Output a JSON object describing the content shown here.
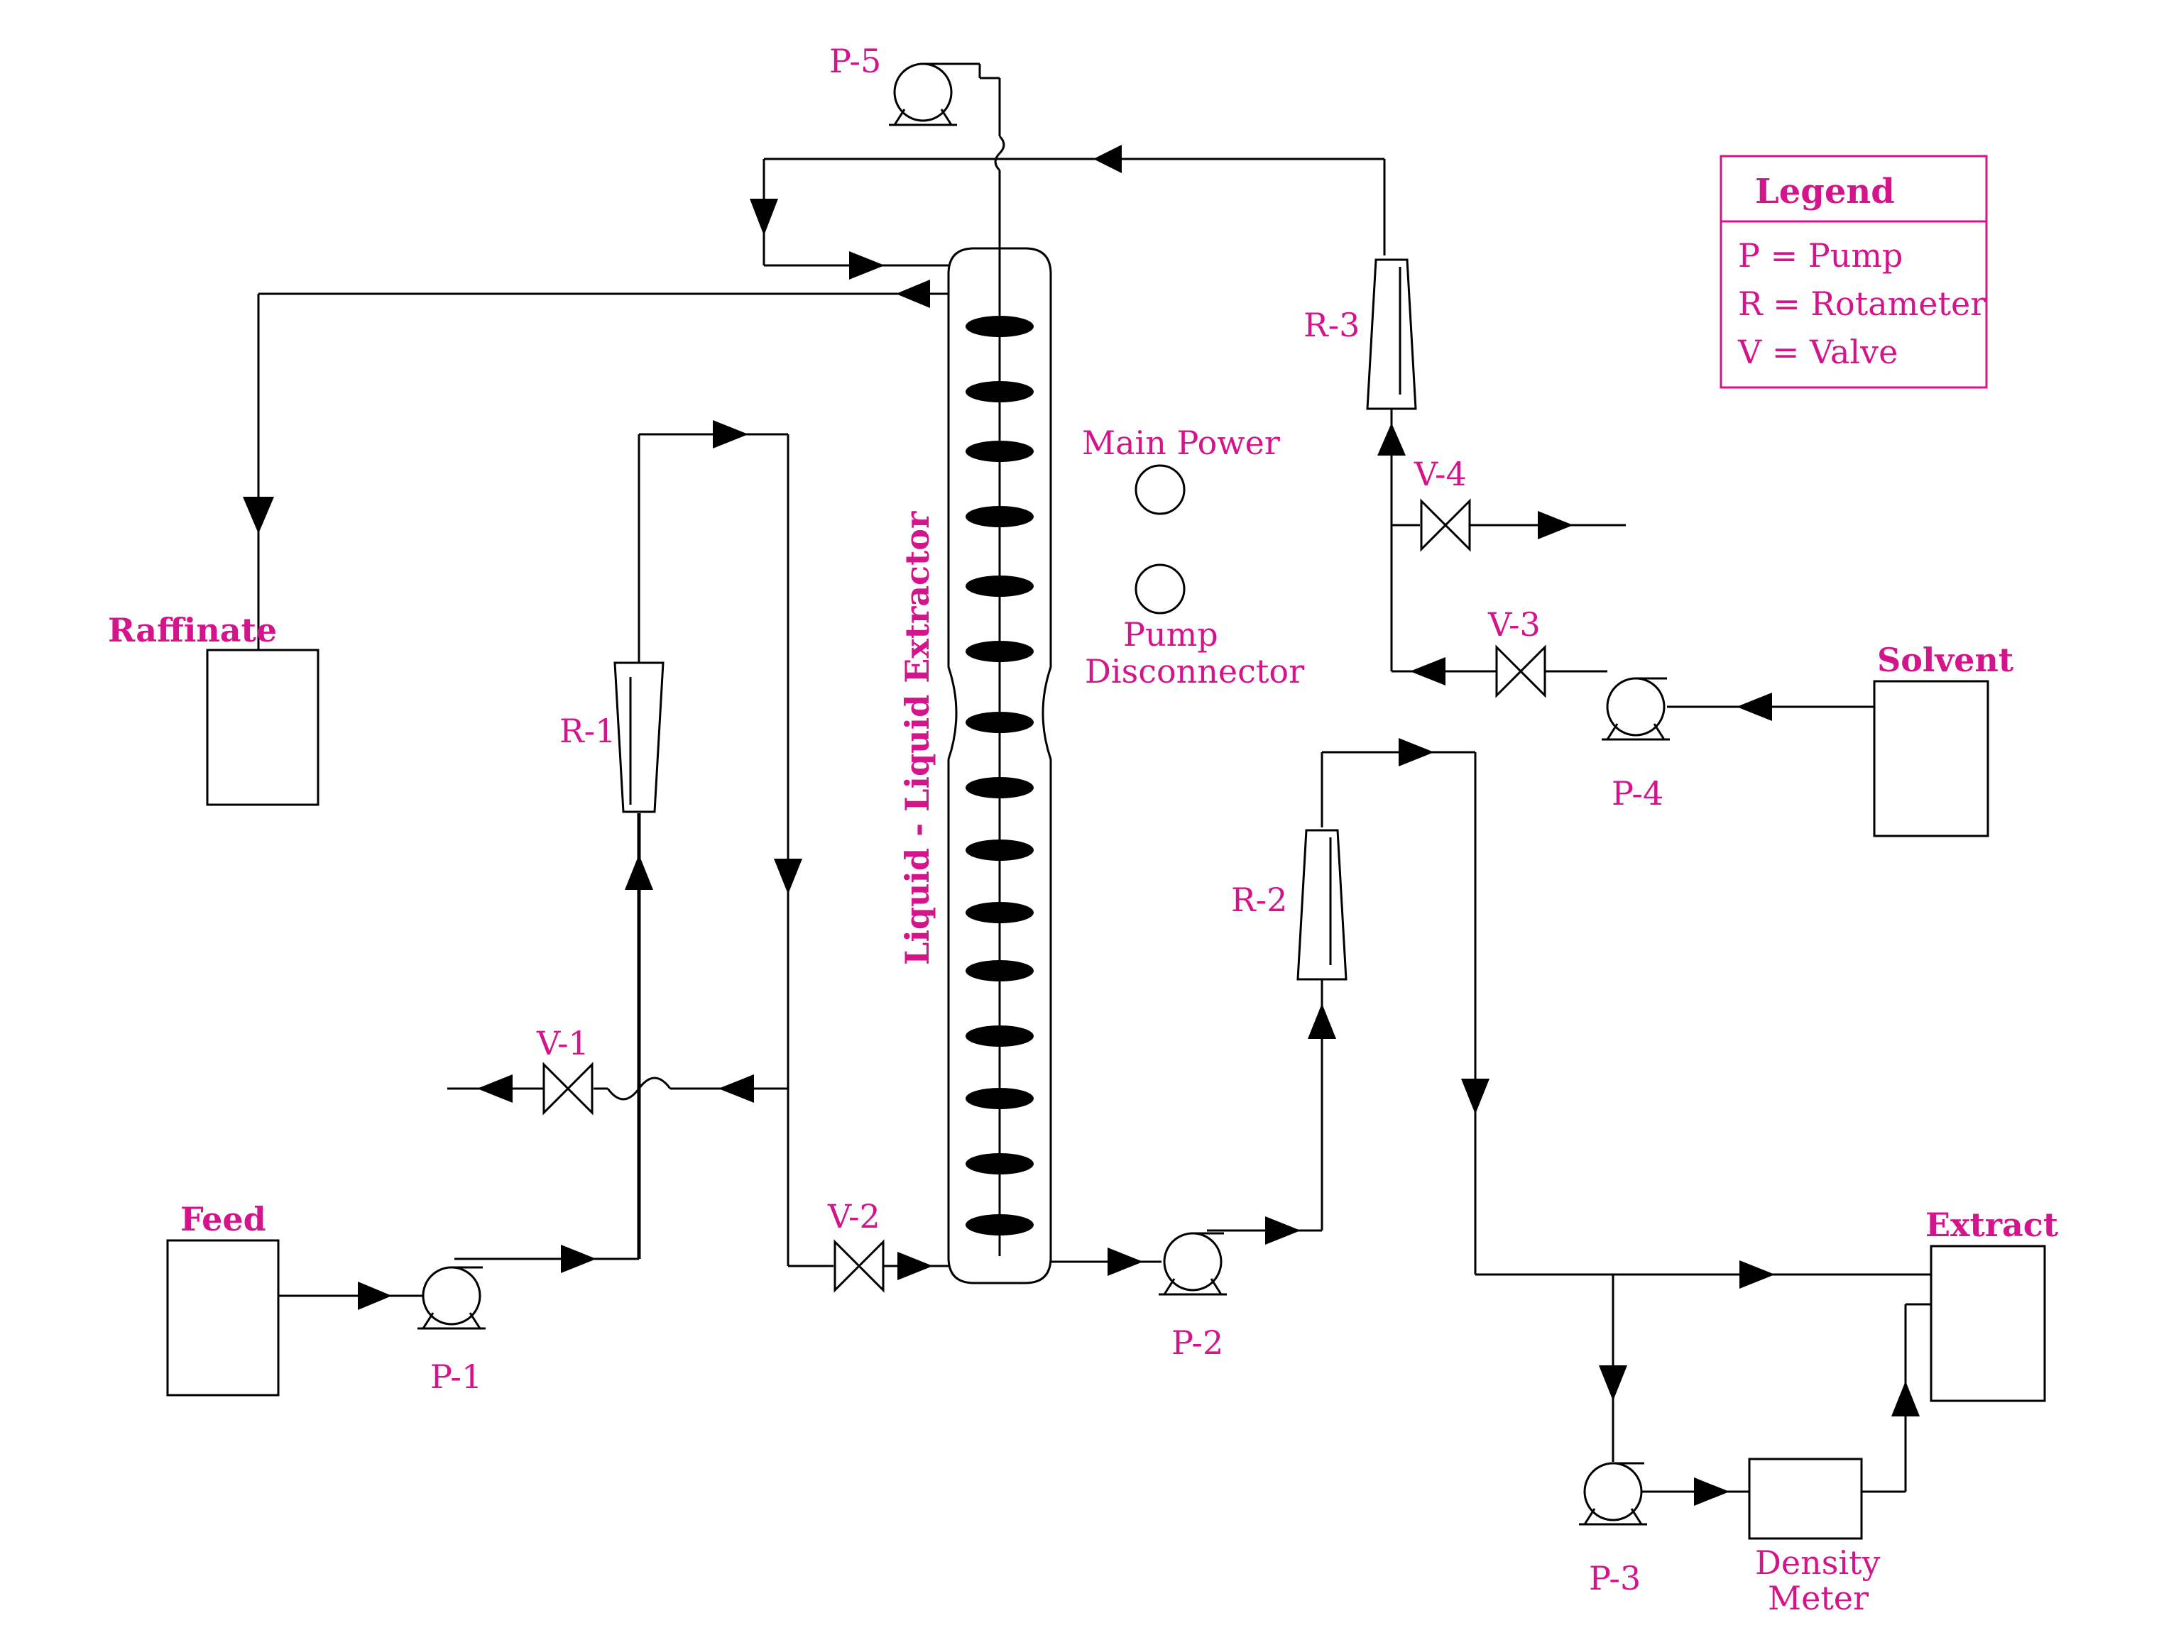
{
  "colors": {
    "label": "#d4148a",
    "line": "#000000",
    "background": "#ffffff"
  },
  "column": {
    "title": "Liquid - Liquid Extractor"
  },
  "tanks": {
    "raffinate": "Raffinate",
    "feed": "Feed",
    "solvent": "Solvent",
    "extract": "Extract"
  },
  "pumps": {
    "p1": "P-1",
    "p2": "P-2",
    "p3": "P-3",
    "p4": "P-4",
    "p5": "P-5"
  },
  "rotameters": {
    "r1": "R-1",
    "r2": "R-2",
    "r3": "R-3"
  },
  "valves": {
    "v1": "V-1",
    "v2": "V-2",
    "v3": "V-3",
    "v4": "V-4"
  },
  "controls": {
    "main_power": "Main Power",
    "pump_disconnector_line1": "Pump",
    "pump_disconnector_line2": "Disconnector"
  },
  "density_meter": {
    "line1": "Density",
    "line2": "Meter"
  },
  "legend": {
    "title": "Legend",
    "items": [
      "P = Pump",
      "R = Rotameter",
      "V = Valve"
    ]
  }
}
